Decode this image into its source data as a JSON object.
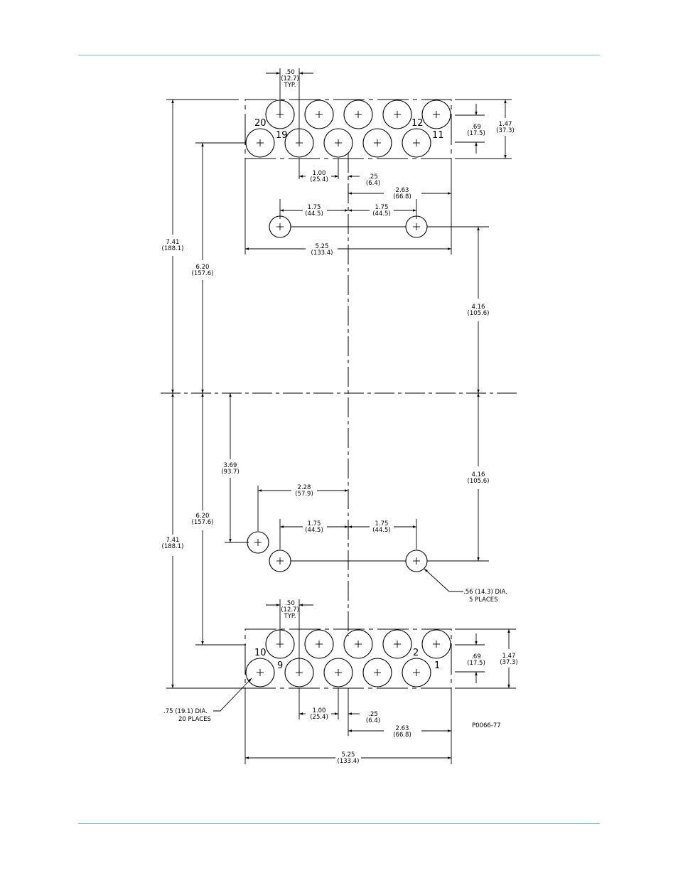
{
  "figure_id": "P0066-77",
  "top_block": {
    "pitch": ".50",
    "pitch_mm": "(12.7)",
    "pitch_note": "TYP.",
    "terminal_labels": [
      "20",
      "19",
      "12",
      "11"
    ],
    "row_offset": ".69",
    "row_offset_mm": "(17.5)",
    "height": "1.47",
    "height_mm": "(37.3)",
    "spacing": "1.00",
    "spacing_mm": "(25.4)",
    "offset": ".25",
    "offset_mm": "(6.4)",
    "half_width": "2.63",
    "half_width_mm": "(66.8)",
    "hole_left": "1.75",
    "hole_left_mm": "(44.5)",
    "hole_right": "1.75",
    "hole_right_mm": "(44.5)",
    "width": "5.25",
    "width_mm": "(133.4)"
  },
  "overall": {
    "total_top": "7.41",
    "total_top_mm": "(188.1)",
    "row_top": "6.20",
    "row_top_mm": "(157.6)",
    "total_bottom": "7.41",
    "total_bottom_mm": "(188.1)",
    "row_bottom": "6.20",
    "row_bottom_mm": "(157.6)",
    "hole_top": "4.16",
    "hole_top_mm": "(105.6)",
    "hole_bottom": "4.16",
    "hole_bottom_mm": "(105.6)",
    "aux_hole": "3.69",
    "aux_hole_mm": "(93.7)",
    "aux_hole_x": "2.28",
    "aux_hole_x_mm": "(57.9)"
  },
  "bottom_block": {
    "hole_left": "1.75",
    "hole_left_mm": "(44.5)",
    "hole_right": "1.75",
    "hole_right_mm": "(44.5)",
    "pitch": ".50",
    "pitch_mm": "(12.7)",
    "pitch_note": "TYP.",
    "terminal_labels": [
      "10",
      "9",
      "2",
      "1"
    ],
    "row_offset": ".69",
    "row_offset_mm": "(17.5)",
    "height": "1.47",
    "height_mm": "(37.3)",
    "spacing": "1.00",
    "spacing_mm": "(25.4)",
    "offset": ".25",
    "offset_mm": "(6.4)",
    "half_width": "2.63",
    "half_width_mm": "(66.8)",
    "width": "5.25",
    "width_mm": "(133.4)"
  },
  "notes": {
    "mount_hole_line1": ".56 (14.3) DIA.",
    "mount_hole_line2": "5 PLACES",
    "terminal_hole_line1": ".75 (19.1) DIA.",
    "terminal_hole_line2": "20 PLACES"
  }
}
